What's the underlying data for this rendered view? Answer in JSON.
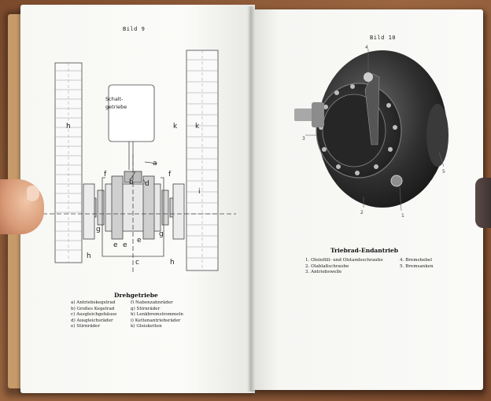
{
  "left_page": {
    "figure_title": "Bild 9",
    "drawing": {
      "box_label_line1": "Schalt-",
      "box_label_line2": "getriebe",
      "letters": [
        "h",
        "k",
        "k",
        "i",
        "a",
        "b",
        "d",
        "f",
        "f",
        "g",
        "g",
        "h",
        "h",
        "c",
        "e",
        "e",
        "e"
      ]
    },
    "legend_title": "Drehgetriebe",
    "legend_col1": [
      "a) Antriebskegelrad",
      "b) Großes Kegelrad",
      "c) Ausgleichgehäuse",
      "d) Ausgleichsräder",
      "e) Stirnräder"
    ],
    "legend_col2": [
      "f) Nabenzahnräder",
      "g) Stirnräder",
      "h) Lenkbremstrommeln",
      "i) Kettenantriebsräder",
      "k) Gleisketten"
    ]
  },
  "right_page": {
    "figure_title": "Bild 10",
    "photo_callouts": [
      "4",
      "3",
      "2",
      "1",
      "5"
    ],
    "caption_title": "Triebrad-Endantrieb",
    "legend_col1": [
      "1. Oleinfüll- und Olstandsschraube",
      "2. Olablaßschraube",
      "3. Antriebswelle"
    ],
    "legend_col2": [
      "4. Bremshebel",
      "5. Bremsanken"
    ]
  }
}
